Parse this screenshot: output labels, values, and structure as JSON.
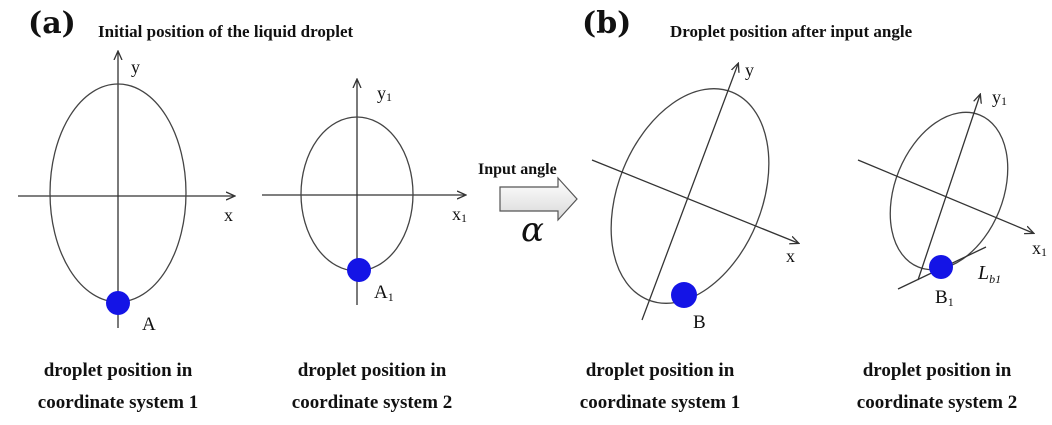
{
  "panel_a": {
    "letter": "(a)",
    "heading": "Initial position of the liquid droplet",
    "diagram1": {
      "x_axis": "x",
      "y_axis": "y",
      "point": "A",
      "caption_line1": "droplet position in",
      "caption_line2": "coordinate system 1"
    },
    "diagram2": {
      "x_axis": "x",
      "x_sub": "1",
      "y_axis": "y",
      "y_sub": "1",
      "point": "A",
      "point_sub": "1",
      "caption_line1": "droplet position in",
      "caption_line2": "coordinate system 2"
    }
  },
  "arrow": {
    "label": "Input angle",
    "symbol": "α"
  },
  "panel_b": {
    "letter": "(b)",
    "heading": "Droplet position after input angle",
    "diagram1": {
      "x_axis": "x",
      "y_axis": "y",
      "point": "B",
      "caption_line1": "droplet position in",
      "caption_line2": "coordinate system 1"
    },
    "diagram2": {
      "x_axis": "x",
      "x_sub": "1",
      "y_axis": "y",
      "y_sub": "1",
      "point": "B",
      "point_sub": "1",
      "tangent_label": "L",
      "tangent_sub": "b1",
      "caption_line1": "droplet position in",
      "caption_line2": "coordinate system 2"
    }
  },
  "colors": {
    "droplet": "#1414e6",
    "axis": "#333333",
    "text": "#111111"
  }
}
